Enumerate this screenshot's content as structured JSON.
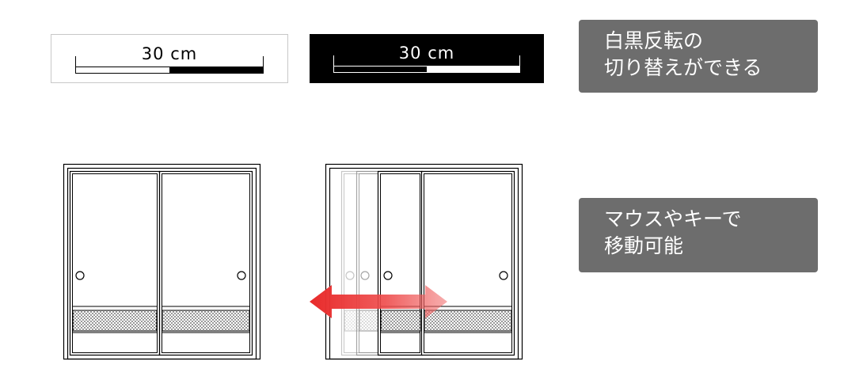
{
  "scale_bar_white": {
    "label": "30 cm"
  },
  "scale_bar_black": {
    "label": "30 cm"
  },
  "callout_invert": {
    "line1": "白黒反転の",
    "line2": "切り替えができる"
  },
  "callout_move": {
    "line1": "マウスやキーで",
    "line2": "移動可能"
  },
  "colors": {
    "callout_bg": "#6d6d6d",
    "arrow_red": "#e83a3a",
    "outline": "#000000",
    "ghost_outline": "#b8b8b8"
  }
}
